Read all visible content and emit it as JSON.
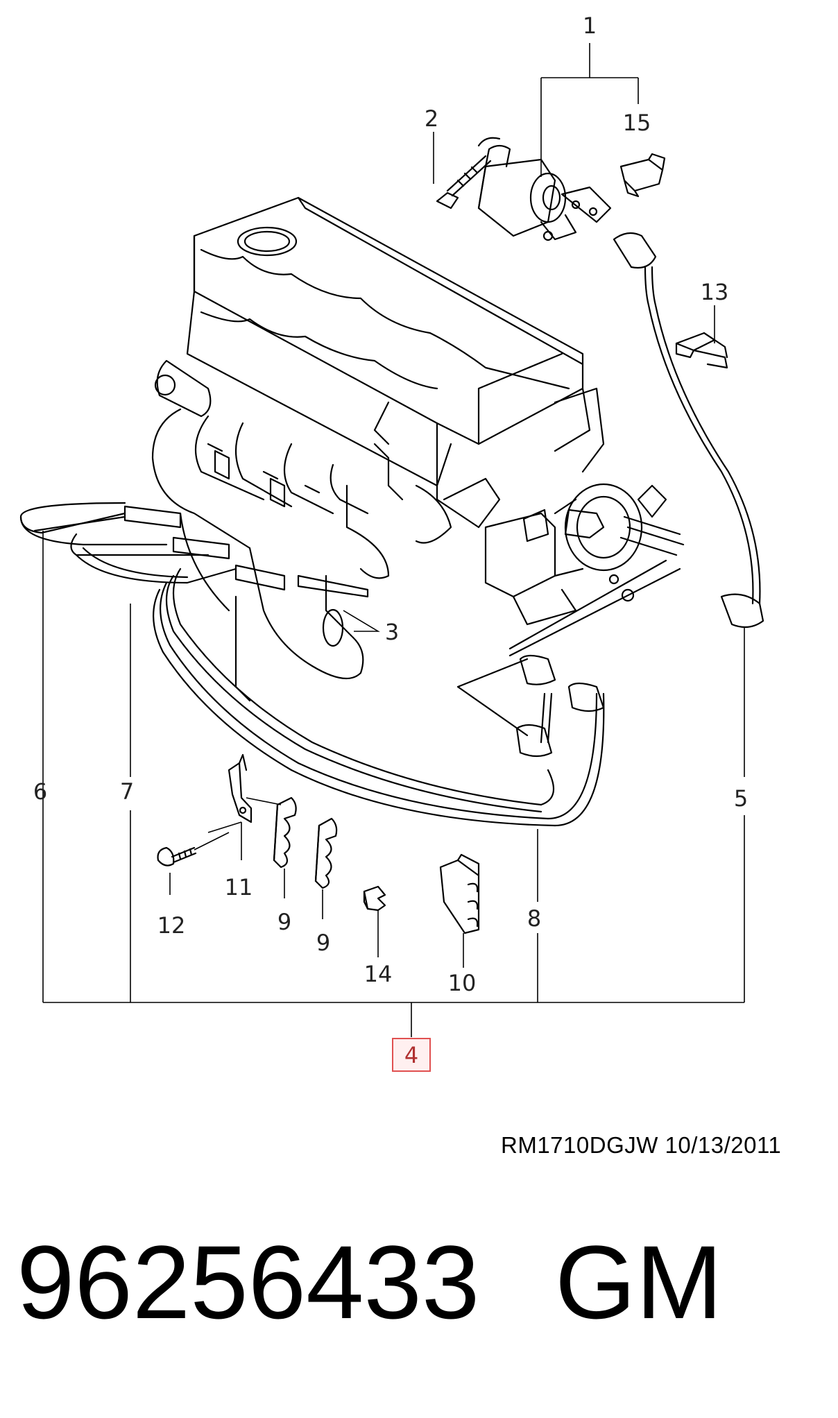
{
  "callouts": {
    "c1": "1",
    "c2": "2",
    "c3": "3",
    "c4": "4",
    "c5": "5",
    "c6": "6",
    "c7": "7",
    "c8": "8",
    "c9a": "9",
    "c9b": "9",
    "c10": "10",
    "c11": "11",
    "c12": "12",
    "c13": "13",
    "c14": "14",
    "c15": "15"
  },
  "highlighted_callout": "4",
  "reference": "RM1710DGJW  10/13/2011",
  "part_number": "96256433",
  "brand": "GM",
  "colors": {
    "line": "#000000",
    "highlight_border": "#e05050",
    "highlight_fill": "#fff0f0"
  }
}
